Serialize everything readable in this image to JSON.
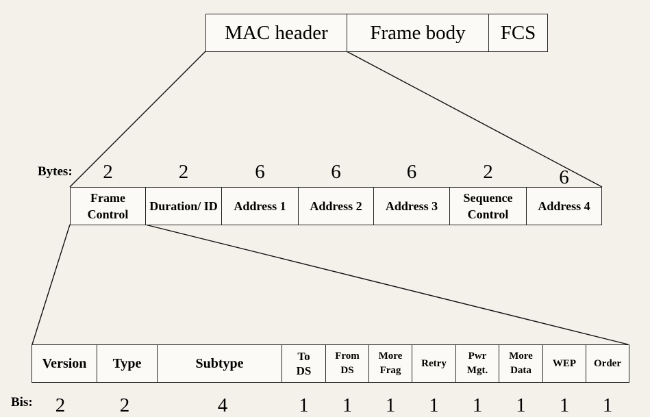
{
  "frame": {
    "mac_header": "MAC header",
    "frame_body": "Frame body",
    "fcs": "FCS"
  },
  "header": {
    "bytes_label": "Bytes:",
    "fields": [
      {
        "label": "Frame Control",
        "bytes": "2"
      },
      {
        "label": "Duration/ ID",
        "bytes": "2"
      },
      {
        "label": "Address 1",
        "bytes": "6"
      },
      {
        "label": "Address 2",
        "bytes": "6"
      },
      {
        "label": "Address 3",
        "bytes": "6"
      },
      {
        "label": "Sequence Control",
        "bytes": "2"
      },
      {
        "label": "Address 4",
        "bytes": "6"
      }
    ]
  },
  "frame_control": {
    "bits_label": "Bis:",
    "fields": [
      {
        "label": "Version",
        "bits": "2"
      },
      {
        "label": "Type",
        "bits": "2"
      },
      {
        "label": "Subtype",
        "bits": "4"
      },
      {
        "label": "To DS",
        "bits": "1"
      },
      {
        "label": "From DS",
        "bits": "1"
      },
      {
        "label": "More Frag",
        "bits": "1"
      },
      {
        "label": "Retry",
        "bits": "1"
      },
      {
        "label": "Pwr Mgt.",
        "bits": "1"
      },
      {
        "label": "More Data",
        "bits": "1"
      },
      {
        "label": "WEP",
        "bits": "1"
      },
      {
        "label": "Order",
        "bits": "1"
      }
    ]
  }
}
